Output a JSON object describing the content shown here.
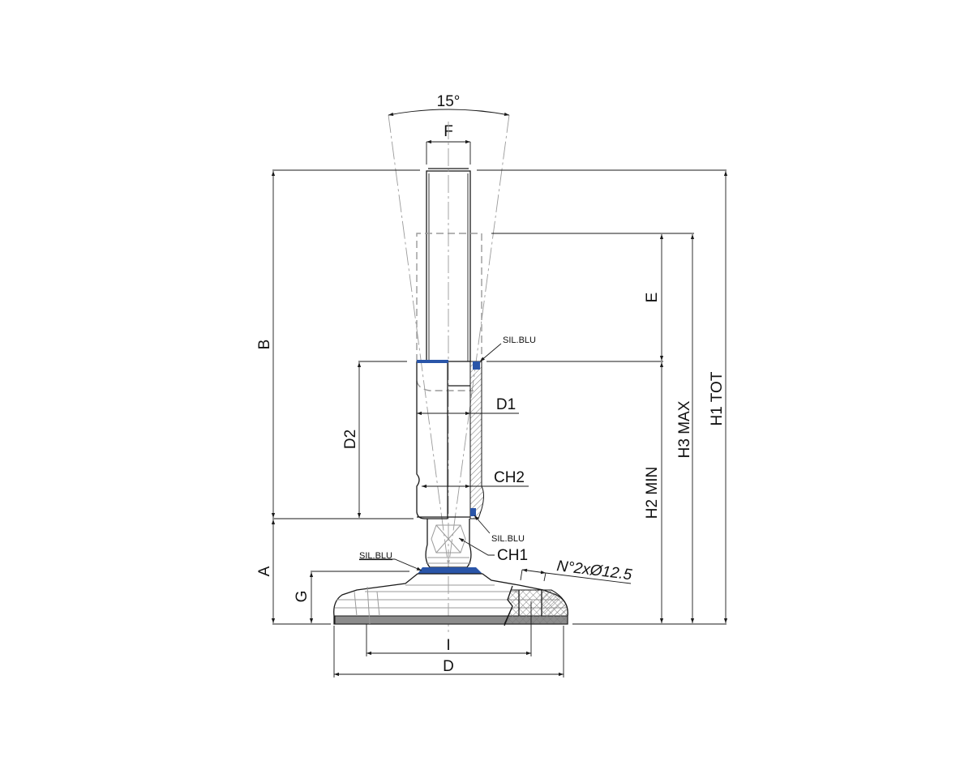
{
  "drawing": {
    "title": "Levelling foot technical drawing",
    "colors": {
      "line": "#1a1a1a",
      "construction": "#9a9a9a",
      "seal": "#2a55a8",
      "base_pad": "#8c8c8c"
    },
    "angle_label": "15°",
    "dimensions": {
      "F": "F",
      "B": "B",
      "E": "E",
      "D1": "D1",
      "D2": "D2",
      "CH2": "CH2",
      "CH1": "CH1",
      "A": "A",
      "G": "G",
      "I": "I",
      "D": "D",
      "H2": "H2 MIN",
      "H3": "H3 MAX",
      "H1": "H1 TOT"
    },
    "callouts": {
      "seal_top": "SIL.BLU",
      "seal_mid": "SIL.BLU",
      "seal_base": "SIL.BLU",
      "holes": "N°2xØ12.5"
    }
  }
}
